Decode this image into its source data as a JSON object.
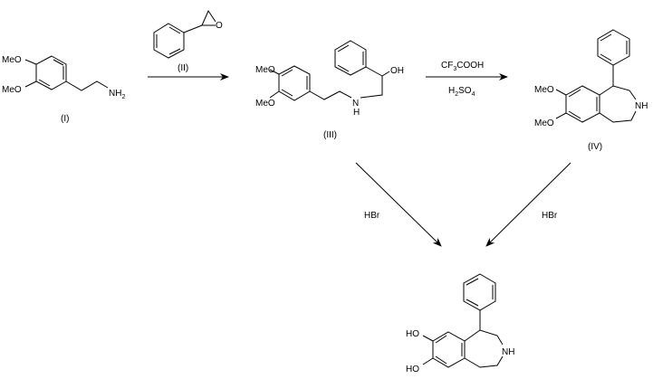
{
  "compounds": {
    "I": {
      "label": "(I)",
      "methoxy": "MeO",
      "amine": "NH",
      "amine_sub": "2"
    },
    "II": {
      "label": "(II)",
      "oxygen": "O"
    },
    "III": {
      "label": "(III)",
      "methoxy": "MeO",
      "hydroxyl": "OH",
      "nitrogen": "N",
      "hydrogen": "H"
    },
    "IV": {
      "label": "(IV)",
      "methoxy": "MeO",
      "amine": "NH"
    },
    "product": {
      "hydroxyl": "HO",
      "amine": "NH"
    }
  },
  "reagents": {
    "step2_top": {
      "a": "CF",
      "a_sub": "3",
      "b": "COOH"
    },
    "step2_bottom": {
      "a": "H",
      "a_sub": "2",
      "b": "SO",
      "b_sub": "4"
    },
    "hbr_left": "HBr",
    "hbr_right": "HBr"
  }
}
